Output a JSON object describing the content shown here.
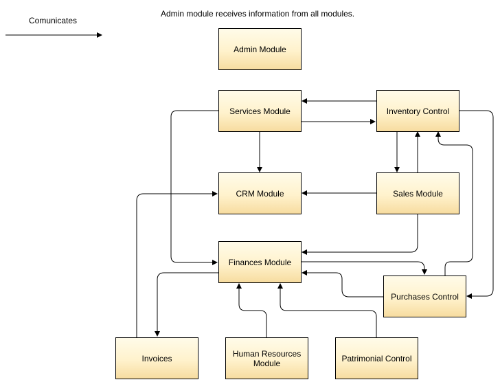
{
  "legend": {
    "label": "Comunicates"
  },
  "note": "Admin module receives information from all modules.",
  "nodes": {
    "admin": "Admin Module",
    "services": "Services Module",
    "inventory": "Inventory Control",
    "crm": "CRM Module",
    "sales": "Sales Module",
    "finances": "Finances Module",
    "purchases": "Purchases Control",
    "invoices": "Invoices",
    "hr": "Human Resources Module",
    "patrimonial": "Patrimonial Control"
  },
  "edges": [
    {
      "from": "inventory",
      "to": "services"
    },
    {
      "from": "services",
      "to": "inventory"
    },
    {
      "from": "services",
      "to": "crm"
    },
    {
      "from": "services",
      "to": "finances"
    },
    {
      "from": "inventory",
      "to": "sales"
    },
    {
      "from": "sales",
      "to": "inventory"
    },
    {
      "from": "inventory",
      "to": "purchases"
    },
    {
      "from": "purchases",
      "to": "inventory"
    },
    {
      "from": "sales",
      "to": "crm"
    },
    {
      "from": "sales",
      "to": "finances"
    },
    {
      "from": "invoices",
      "to": "crm"
    },
    {
      "from": "finances",
      "to": "invoices"
    },
    {
      "from": "finances",
      "to": "purchases"
    },
    {
      "from": "purchases",
      "to": "finances"
    },
    {
      "from": "hr",
      "to": "finances"
    },
    {
      "from": "patrimonial",
      "to": "finances"
    }
  ]
}
